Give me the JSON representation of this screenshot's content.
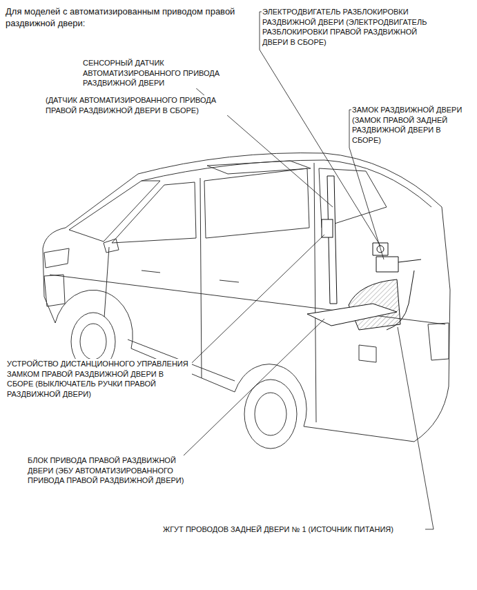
{
  "diagram": {
    "title": "Для моделей с автоматизированным приводом правой раздвижной двери:",
    "labels": [
      "ЭЛЕКТРОДВИГАТЕЛЬ РАЗБЛОКИРОВКИ РАЗДВИЖНОЙ ДВЕРИ (ЭЛЕКТРОДВИГАТЕЛЬ РАЗБЛОКИРОВКИ ПРАВОЙ РАЗДВИЖНОЙ ДВЕРИ В СБОРЕ)",
      "СЕНСОРНЫЙ ДАТЧИК АВТОМАТИЗИРОВАННОГО ПРИВОДА РАЗДВИЖНОЙ ДВЕРИ",
      "(ДАТЧИК АВТОМАТИЗИРОВАННОГО ПРИВОДА ПРАВОЙ РАЗДВИЖНОЙ ДВЕРИ В СБОРЕ)",
      "ЗАМОК РАЗДВИЖНОЙ ДВЕРИ (ЗАМОК ПРАВОЙ ЗАДНЕЙ РАЗДВИЖНОЙ ДВЕРИ В СБОРЕ)",
      "УСТРОЙСТВО ДИСТАНЦИОННОГО УПРАВЛЕНИЯ ЗАМКОМ ПРАВОЙ РАЗДВИЖНОЙ ДВЕРИ В СБОРЕ (ВЫКЛЮЧАТЕЛЬ РУЧКИ ПРАВОЙ РАЗДВИЖНОЙ ДВЕРИ)",
      "БЛОК ПРИВОДА ПРАВОЙ РАЗДВИЖНОЙ ДВЕРИ (ЭБУ АВТОМАТИЗИРОВАННОГО ПРИВОДА ПРАВОЙ РАЗДВИЖНОЙ ДВЕРИ)",
      "ЖГУТ ПРОВОДОВ ЗАДНЕЙ ДВЕРИ № 1 (ИСТОЧНИК ПИТАНИЯ)"
    ]
  }
}
